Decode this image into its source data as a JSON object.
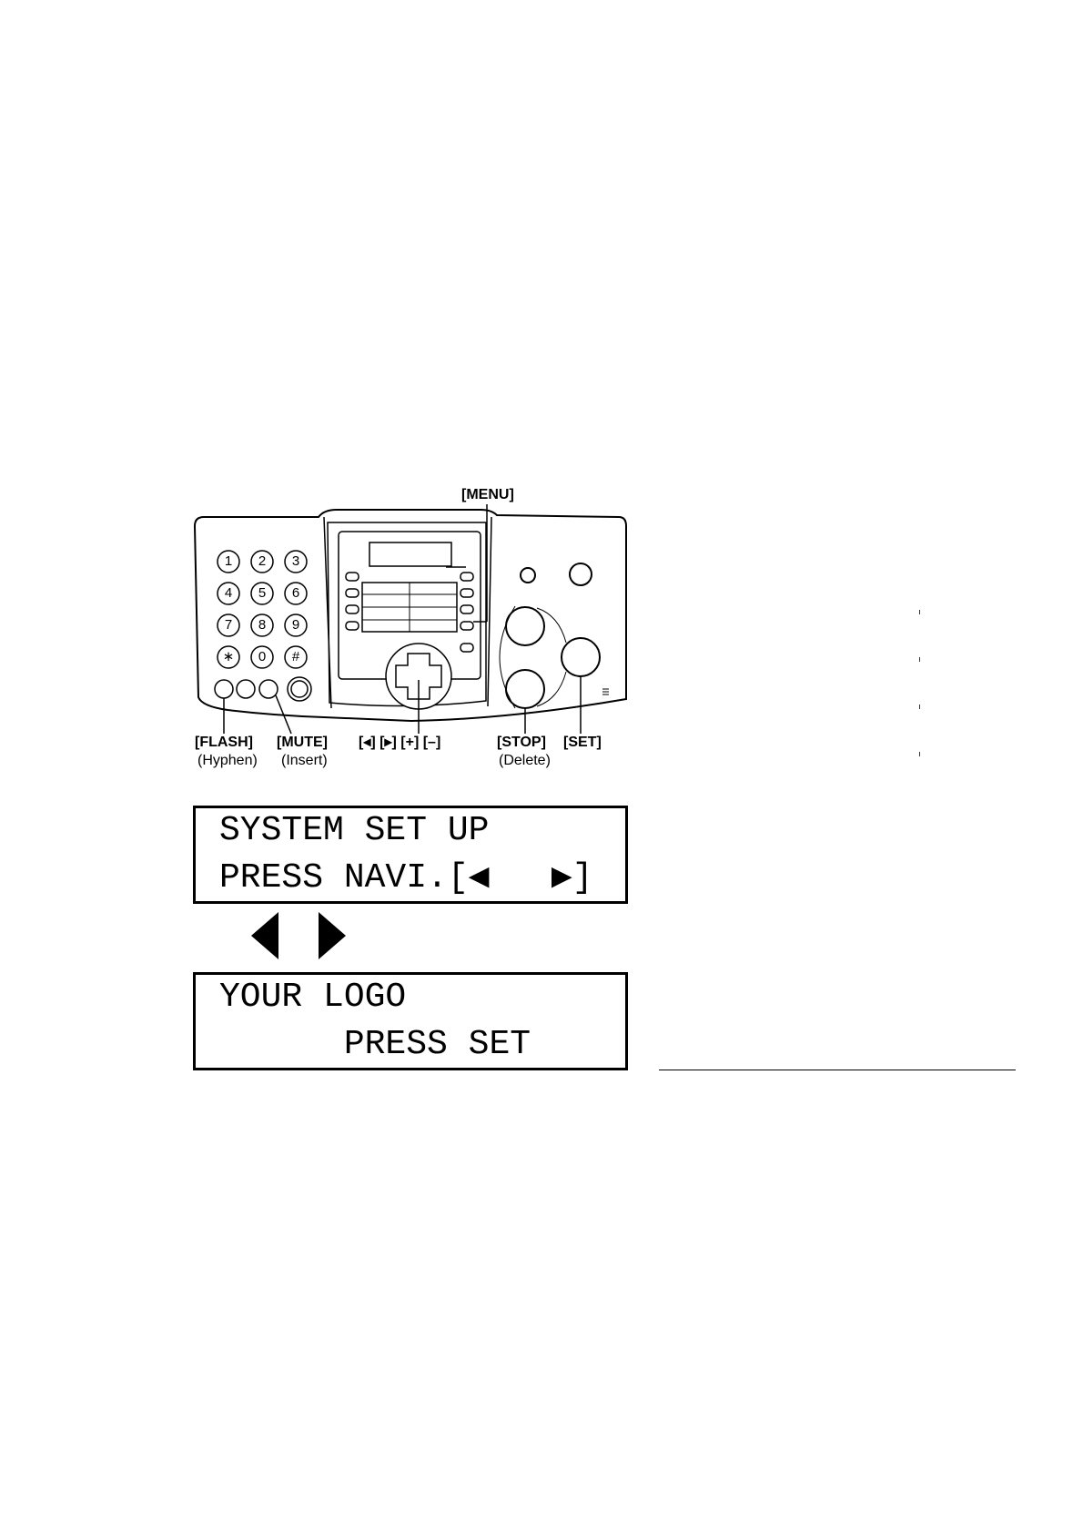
{
  "callouts": {
    "menu": "[MENU]",
    "flash": "[FLASH]",
    "flash_sub": "(Hyphen)",
    "mute": "[MUTE]",
    "mute_sub": "(Insert)",
    "navi": "[◂] [▸] [+] [–]",
    "stop": "[STOP]",
    "stop_sub": "(Delete)",
    "set": "[SET]"
  },
  "keypad": {
    "keys": [
      "1",
      "2",
      "3",
      "4",
      "5",
      "6",
      "7",
      "8",
      "9",
      "∗",
      "0",
      "#"
    ]
  },
  "display1": {
    "line1": "SYSTEM SET UP",
    "line2": "PRESS NAVI.[◀   ▶]"
  },
  "display2": {
    "line1": "YOUR LOGO",
    "line2": "      PRESS SET"
  },
  "arrows": {
    "left": "left-arrow-icon",
    "right": "right-arrow-icon"
  }
}
